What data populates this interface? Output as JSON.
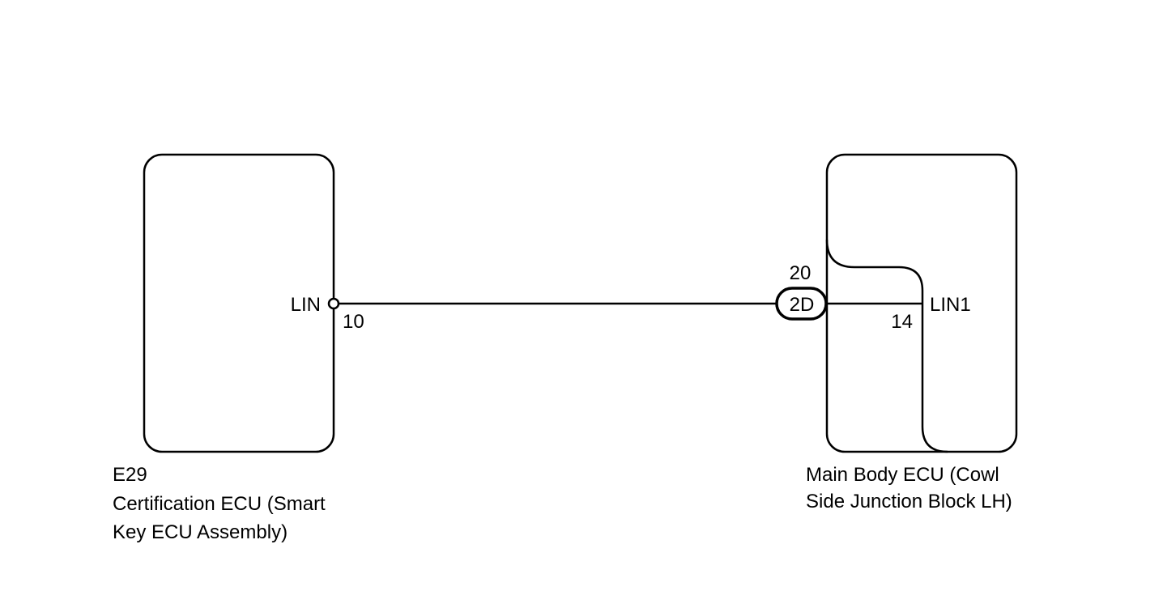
{
  "left_component": {
    "code": "E29",
    "name_line1": "Certification ECU (Smart",
    "name_line2": "Key ECU Assembly)",
    "terminal_name": "LIN",
    "terminal_pin": "10"
  },
  "connector": {
    "label": "2D",
    "pin": "20"
  },
  "right_component": {
    "name_line1": "Main Body ECU (Cowl",
    "name_line2": "Side Junction Block LH)",
    "terminal_name": "LIN1",
    "terminal_pin": "14"
  },
  "colors": {
    "line": "#000000",
    "background": "#ffffff"
  }
}
